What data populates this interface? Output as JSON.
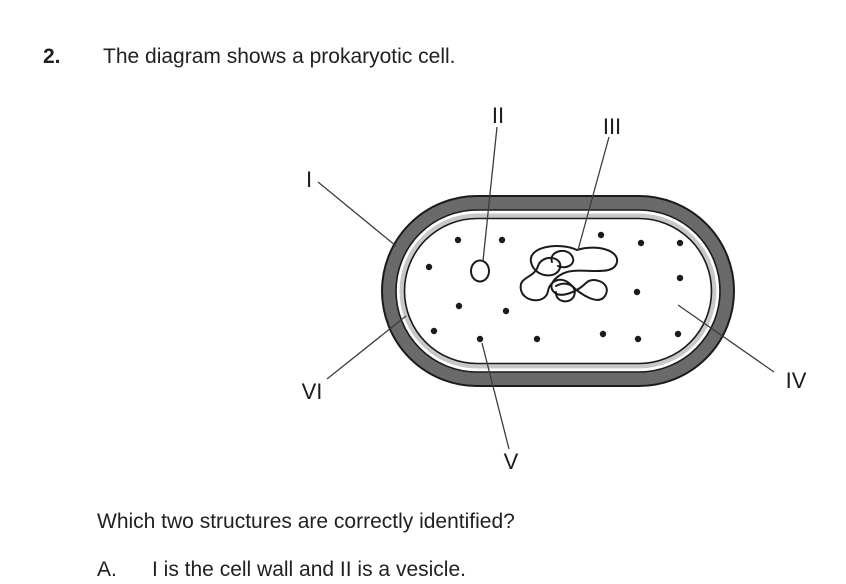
{
  "question": {
    "number": "2.",
    "text": "The diagram shows a prokaryotic cell."
  },
  "diagram": {
    "type": "prokaryotic-cell",
    "labels": [
      "I",
      "II",
      "III",
      "IV",
      "V",
      "VI"
    ],
    "colors": {
      "wall": "#6a6a6a",
      "membrane": "#c8c8c8",
      "outline": "#1b1b1b"
    }
  },
  "followup": {
    "question": "Which two structures are correctly identified?",
    "options": [
      {
        "letter": "A.",
        "text": "I is the cell wall and II is a vesicle."
      }
    ]
  }
}
